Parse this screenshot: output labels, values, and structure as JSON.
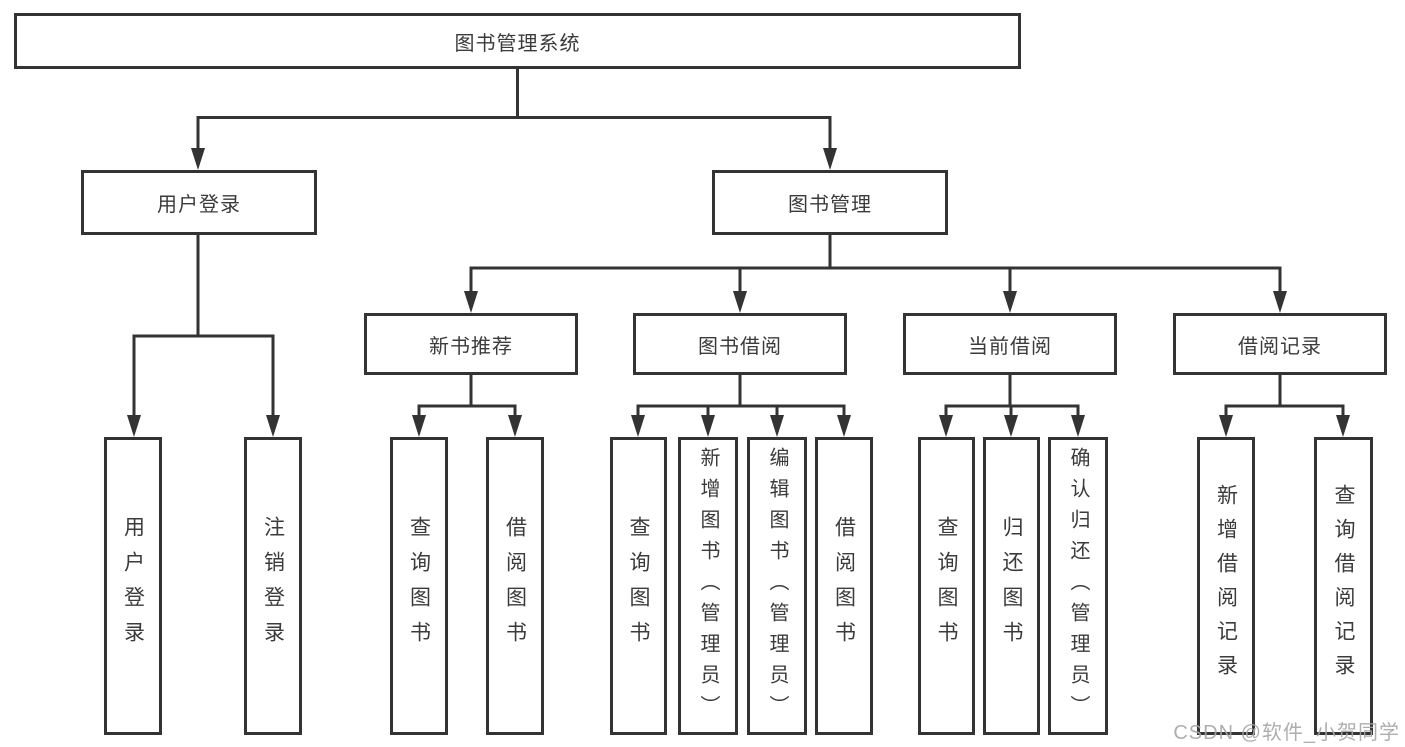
{
  "colors": {
    "line": "#333333",
    "box_border": "#333333",
    "text": "#3b3b3b",
    "watermark": "#a5a5a5",
    "background": "#ffffff"
  },
  "watermark": {
    "text": "CSDN @软件_小贺同学"
  },
  "tree": {
    "root": "图书管理系统",
    "branches": [
      {
        "label": "用户登录",
        "leaves": [
          "用户登录",
          "注销登录"
        ]
      },
      {
        "label": "图书管理",
        "children": [
          {
            "label": "新书推荐",
            "leaves": [
              "查询图书",
              "借阅图书"
            ]
          },
          {
            "label": "图书借阅",
            "leaves": [
              "查询图书",
              "新增图书（管理员）",
              "编辑图书（管理员）",
              "借阅图书"
            ]
          },
          {
            "label": "当前借阅",
            "leaves": [
              "查询图书",
              "归还图书",
              "确认归还（管理员）"
            ]
          },
          {
            "label": "借阅记录",
            "leaves": [
              "新增借阅记录",
              "查询借阅记录"
            ]
          }
        ]
      }
    ]
  }
}
